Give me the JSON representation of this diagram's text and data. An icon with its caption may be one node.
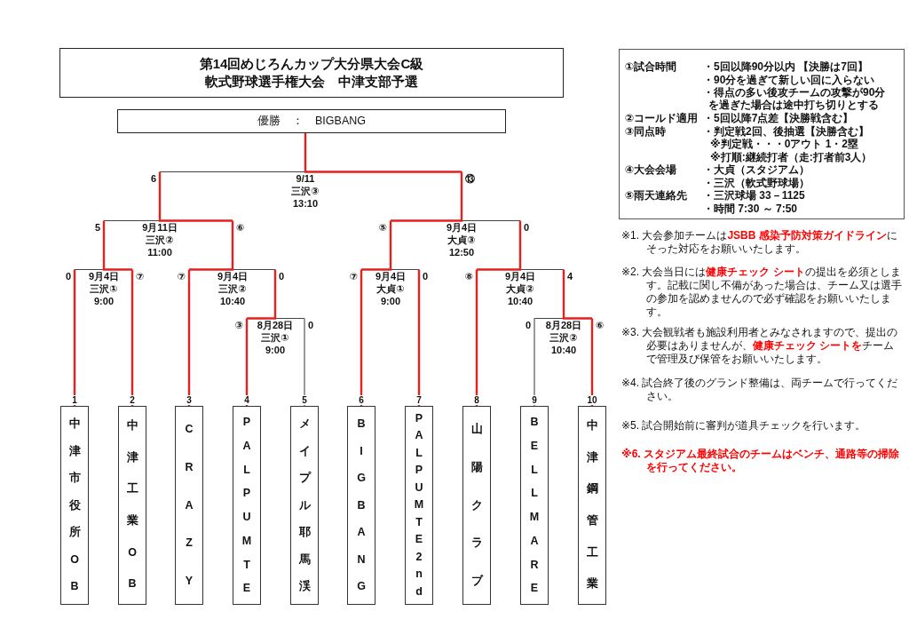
{
  "diagram": {
    "title": "第14回めじろんカップ大分県大会C級軟式野球選手権大会　中津支部予選",
    "nodes": [
      {
        "text": [
          "優勝　：　BIGBANG"
        ]
      },
      {
        "text": [
          "9/11",
          "三沢③",
          "13:10"
        ]
      },
      {
        "text": [
          "9月11日",
          "三沢②",
          "11:00"
        ]
      },
      {
        "text": [
          "9月4日",
          "大貞③",
          "12:50"
        ]
      },
      {
        "text": [
          "9月4日",
          "三沢①",
          "9:00"
        ]
      },
      {
        "text": [
          "9月4日",
          "三沢②",
          "10:40"
        ]
      },
      {
        "text": [
          "9月4日",
          "大貞①",
          "9:00"
        ]
      },
      {
        "text": [
          "9月4日",
          "大貞②",
          "10:40"
        ]
      },
      {
        "text": [
          "8月28日",
          "三沢①",
          "9:00"
        ]
      },
      {
        "text": [
          "8月28日",
          "三沢②",
          "10:40"
        ]
      },
      {
        "text": [
          "中津市役所OB"
        ],
        "beside": [
          "1"
        ]
      },
      {
        "text": [
          "中津工業OB"
        ],
        "beside": [
          "2"
        ]
      },
      {
        "text": [
          "CRAZY"
        ],
        "beside": [
          "3"
        ]
      },
      {
        "text": [
          "PALPUMTE"
        ],
        "beside": [
          "4"
        ]
      },
      {
        "text": [
          "メイプル耶馬渓"
        ],
        "beside": [
          "5"
        ]
      },
      {
        "text": [
          "BIGBANG"
        ],
        "beside": [
          "6"
        ]
      },
      {
        "text": [
          "PALPUMTE 2nd"
        ],
        "beside": [
          "7"
        ]
      },
      {
        "text": [
          "山陽クラブ"
        ],
        "beside": [
          "8"
        ]
      },
      {
        "text": [
          "BELLMARE"
        ],
        "beside": [
          "9"
        ]
      },
      {
        "text": [
          "中津鋼管工業"
        ],
        "beside": [
          "10"
        ]
      },
      {
        "text": [
          "①試合時間",
          "・5回以降90分以内 【決勝は7回】",
          "・90分を過ぎて新しい回に入らない",
          "・得点の多い後攻チームの攻撃が90分を過ぎた場合は途中打ち切りとする",
          "②コールド適用",
          "・5回以降7点差【決勝戦含む】",
          "③同点時",
          "・判定戦2回、後抽選【決勝含む】",
          "※判定戦・・・0アウト 1・2塁",
          "※打順:継続打者（走:打者前3人）",
          "④大会会場",
          "・大貞（スタジアム）",
          "・三沢（軟式野球場）",
          "⑤雨天連絡先",
          "・三沢球場 33－1125",
          "・時間 7:30 ～ 7:50"
        ]
      }
    ],
    "edges": [
      {
        "from": 10,
        "to": 4,
        "arrow": "none",
        "label": "0"
      },
      {
        "from": 11,
        "to": 4,
        "arrow": "none",
        "label": "⑦"
      },
      {
        "from": 12,
        "to": 5,
        "arrow": "none",
        "label": "⑦"
      },
      {
        "from": 13,
        "to": 8,
        "arrow": "none",
        "label": "③"
      },
      {
        "from": 14,
        "to": 8,
        "arrow": "none",
        "label": "0",
        "color": "#555555"
      },
      {
        "from": 15,
        "to": 6,
        "arrow": "none",
        "label": "⑦"
      },
      {
        "from": 16,
        "to": 6,
        "arrow": "none",
        "label": "0"
      },
      {
        "from": 17,
        "to": 7,
        "arrow": "none",
        "label": "⑧"
      },
      {
        "from": 18,
        "to": 9,
        "arrow": "none",
        "label": "0",
        "color": "#555555"
      },
      {
        "from": 19,
        "to": 9,
        "arrow": "none",
        "label": "⑥"
      },
      {
        "from": 8,
        "to": 5,
        "arrow": "none",
        "label": "0"
      },
      {
        "from": 9,
        "to": 7,
        "arrow": "none",
        "label": "4"
      },
      {
        "from": 4,
        "to": 2,
        "arrow": "none",
        "label": "5"
      },
      {
        "from": 5,
        "to": 2,
        "arrow": "none",
        "label": "⑥"
      },
      {
        "from": 6,
        "to": 3,
        "arrow": "none",
        "label": "⑤"
      },
      {
        "from": 7,
        "to": 3,
        "arrow": "none",
        "label": "0"
      },
      {
        "from": 2,
        "to": 1,
        "arrow": "none",
        "label": "6"
      },
      {
        "from": 3,
        "to": 1,
        "arrow": "none",
        "label": "⑬"
      },
      {
        "from": 1,
        "to": 0,
        "arrow": "none"
      }
    ],
    "labels": [
      "※1. 大会参加チームは**JSBB 感染予防対策ガイドライン**にそった対応をお願いいたします。",
      "※2. 大会当日には**健康チェック シート**の提出を必須とします。記載に関し不備があった場合は、チーム又は選手の参加を認めませんので必ず確認をお願いいたします。",
      "※3. 大会観戦者も施設利用者とみなされますので、提出の必要はありませんが、**健康チェック シートを**チームで管理及び保管をお願いいたします。",
      "※4. 試合終了後のグランド整備は、両チームで行ってください。",
      "※5. 試合開始前に審判が道具チェックを行います。",
      "※6. スタジアム最終試合のチームはベンチ、通路等の掃除を行ってください。"
    ]
  }
}
